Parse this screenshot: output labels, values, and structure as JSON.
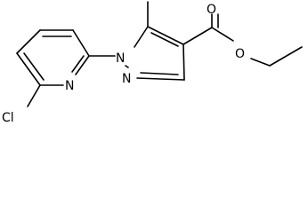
{
  "structure": {
    "atoms": {
      "cl": "Cl",
      "n_pyridine": "N",
      "n1_pyrazole": "N",
      "n2_pyrazole": "N",
      "o_carbonyl": "O",
      "o_ester": "O"
    }
  }
}
